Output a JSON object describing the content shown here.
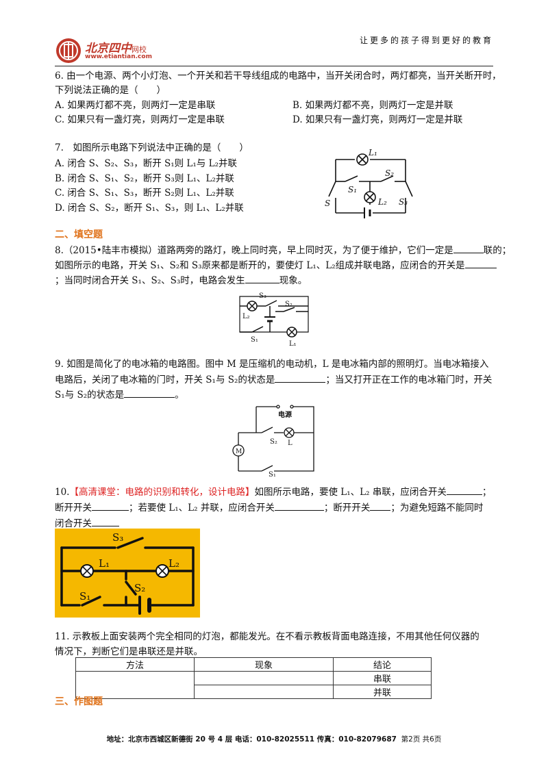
{
  "header": {
    "logo_cn": "北京四中",
    "logo_net": "网校",
    "logo_url": "www.etiantian.com",
    "slogan": "让更多的孩子得到更好的教育"
  },
  "q6": {
    "line1": "6. 由一个电源、两个小灯泡、一个开关和若干导线组成的电路中，当开关闭合时，两灯都亮，当开关断开时，",
    "line2": "下列说法正确的是（　　）",
    "options": [
      "A. 如果两灯都不亮，则两灯一定是串联",
      "B. 如果两灯都不亮，则两灯一定是并联",
      "C. 如果只有一盏灯亮，则两灯一定是串联",
      "D. 如果只有一盏灯亮，则两灯一定是并联"
    ]
  },
  "q7": {
    "stem": "7.　如图所示电路下列说法中正确的是（　　）",
    "options": [
      "A. 闭合 S、S₂、S₃，断开 S₁则 L₁与 L₂并联",
      "B. 闭合 S、S₁、S₂，断开 S₃则 L₁、L₂并联",
      "C. 闭合 S、S₁、S₃，断开 S₂则 L₁、L₂并联",
      "D. 闭合 S、S₂，断开 S₁、S₃，则 L₁、L₂并联"
    ],
    "fig": {
      "L1": "L₁",
      "L2": "L₂",
      "S": "S",
      "S1": "S₁",
      "S2": "S₂",
      "S3": "S₃"
    }
  },
  "section2": "二、填空题",
  "q8": {
    "l1a": "8.（2015•陆丰市模拟）道路两旁的路灯，晚上同时亮，早上同时灭，为了便于维护，它们一定是",
    "l1b": "联的；",
    "l2a": "如图所示的电路，开关 S₁、S₂和 S₃原来都是断开的，要使灯 L₁、L₂组成并联电路，应闭合的开关是",
    "l3a": "；当同时闭合开关 S₁、S₂、S₃时，电路会发生",
    "l3b": "现象。",
    "fig": {
      "S3": "S₃",
      "S2": "S₂",
      "S1": "S₁",
      "L2": "L₂",
      "L1": "L₁"
    }
  },
  "q9": {
    "l1": "9. 如图是简化了的电冰箱的电路图。图中 M 是压缩机的电动机，L 是电冰箱内部的照明灯。当电冰箱接入",
    "l2a": "电路后，关闭了电冰箱的门时，开关 S₁与 S₂的状态是",
    "l2b": "；当又打开正在工作的电冰箱门时，开关",
    "l3a": "S₁与 S₂的状态是",
    "l3b": "。",
    "fig": {
      "power": "电源",
      "S2": "S₂",
      "L": "L",
      "M": "M",
      "S1": "S₁"
    }
  },
  "q10": {
    "num": "10.",
    "tag": "【高清课堂：电路的识别和转化，设计电路】",
    "l1a": "如图所示电路，要使 L₁、L₂ 串联，应闭合开关",
    "l1b": "；",
    "l2a": "断开开关",
    "l2b": "；若要使 L₁、L₂ 并联，应闭合开关",
    "l2c": "；断开开关",
    "l2d": "；为避免短路不能同时",
    "l3": "闭合开关",
    "fig": {
      "S3": "S₃",
      "L1": "L₁",
      "L2": "L₂",
      "S2": "S₂",
      "S1": "S₁"
    }
  },
  "q11": {
    "l1": "11. 示教板上面安装两个完全相同的灯泡，都能发光。在不看示教板背面电路连接，不用其他任何仪器的",
    "l2": "情况下，判断它们是串联还是并联。",
    "table": {
      "headers": [
        "方法",
        "现象",
        "结论"
      ],
      "rows": [
        [
          "串联"
        ],
        [
          "并联"
        ]
      ]
    }
  },
  "section3": "三、作图题",
  "footer": {
    "address": "地址：北京市西城区新德街 20 号 4 层  电话：010-82025511  传真：010-82079687",
    "page": "第2页  共6页"
  }
}
